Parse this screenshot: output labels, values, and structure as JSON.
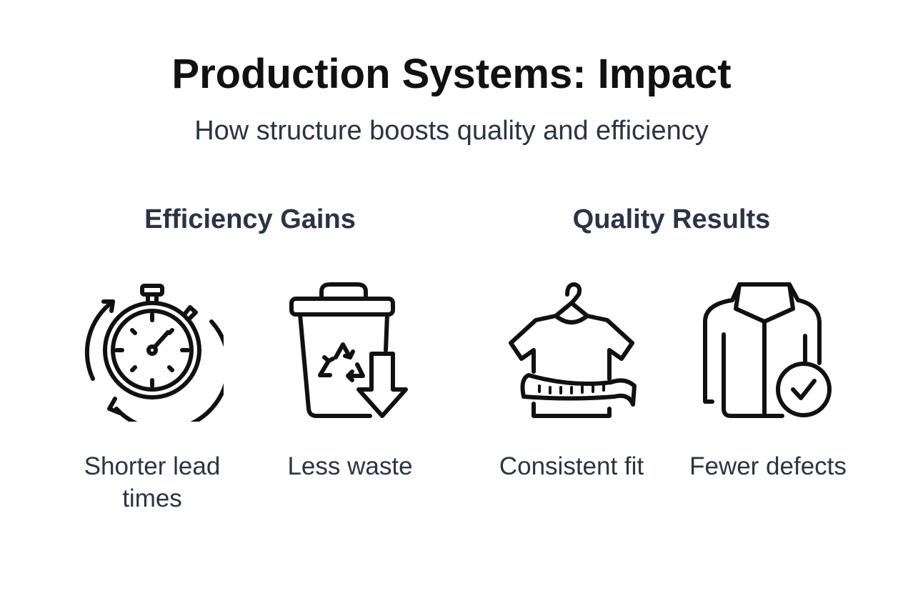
{
  "header": {
    "title": "Production Systems: Impact",
    "subtitle": "How structure boosts quality and efficiency"
  },
  "sections": [
    {
      "heading": "Efficiency Gains",
      "items": [
        {
          "icon": "stopwatch-icon",
          "label": "Shorter lead times"
        },
        {
          "icon": "recycle-bin-down-icon",
          "label": "Less waste"
        }
      ]
    },
    {
      "heading": "Quality Results",
      "items": [
        {
          "icon": "shirt-measuring-tape-icon",
          "label": "Consistent fit"
        },
        {
          "icon": "jacket-check-icon",
          "label": "Fewer defects"
        }
      ]
    }
  ]
}
